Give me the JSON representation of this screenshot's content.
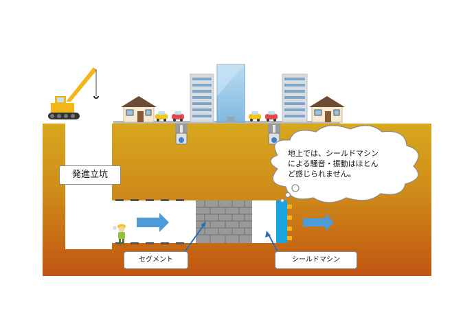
{
  "labels": {
    "shaft": "発進立坑",
    "segment": "セグメント",
    "shield_machine": "シールドマシン"
  },
  "speech_bubble": {
    "lines": [
      "地上では、シールドマシン",
      "による騒音・振動はほとん",
      "ど感じられません。"
    ]
  },
  "colors": {
    "ground_top": "#d3a41c",
    "ground_bottom": "#c25a12",
    "arrow_blue": "#4d9bd9",
    "shield_blue": "#1aa5e0",
    "segment_gray": "#9a9a9a"
  }
}
